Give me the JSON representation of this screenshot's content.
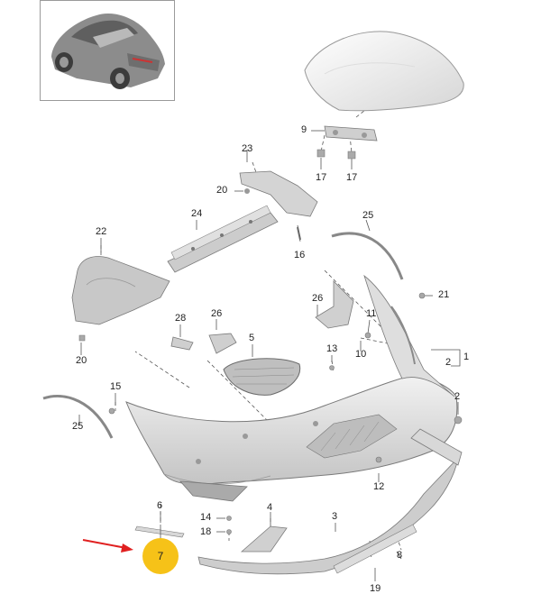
{
  "colors": {
    "part_fill": "#d8d8d8",
    "part_shade": "#bdbdbd",
    "part_light": "#efefef",
    "outline": "#8a8a8a",
    "leader": "#555555",
    "highlight": "#f6c218",
    "arrow": "#e02020"
  },
  "diagram": {
    "callouts": [
      {
        "id": "c9",
        "label": "9"
      },
      {
        "id": "c17a",
        "label": "17"
      },
      {
        "id": "c17b",
        "label": "17"
      },
      {
        "id": "c23",
        "label": "23"
      },
      {
        "id": "c20a",
        "label": "20"
      },
      {
        "id": "c24",
        "label": "24"
      },
      {
        "id": "c25a",
        "label": "25"
      },
      {
        "id": "c16",
        "label": "16"
      },
      {
        "id": "c22",
        "label": "22"
      },
      {
        "id": "c21",
        "label": "21"
      },
      {
        "id": "c26a",
        "label": "26"
      },
      {
        "id": "c11",
        "label": "11"
      },
      {
        "id": "c28",
        "label": "28"
      },
      {
        "id": "c26b",
        "label": "26"
      },
      {
        "id": "c5",
        "label": "5"
      },
      {
        "id": "c13",
        "label": "13"
      },
      {
        "id": "c10",
        "label": "10"
      },
      {
        "id": "c1",
        "label": "1"
      },
      {
        "id": "c2a",
        "label": "2"
      },
      {
        "id": "c20b",
        "label": "20"
      },
      {
        "id": "c15",
        "label": "15"
      },
      {
        "id": "c2b",
        "label": "2"
      },
      {
        "id": "c25b",
        "label": "25"
      },
      {
        "id": "c12",
        "label": "12"
      },
      {
        "id": "c6",
        "label": "6"
      },
      {
        "id": "c14",
        "label": "14"
      },
      {
        "id": "c4",
        "label": "4"
      },
      {
        "id": "c3",
        "label": "3"
      },
      {
        "id": "c18",
        "label": "18"
      },
      {
        "id": "c8",
        "label": "8"
      },
      {
        "id": "c19",
        "label": "19"
      }
    ],
    "highlighted_part": {
      "label": "7",
      "icon": "red-arrow-icon"
    }
  }
}
